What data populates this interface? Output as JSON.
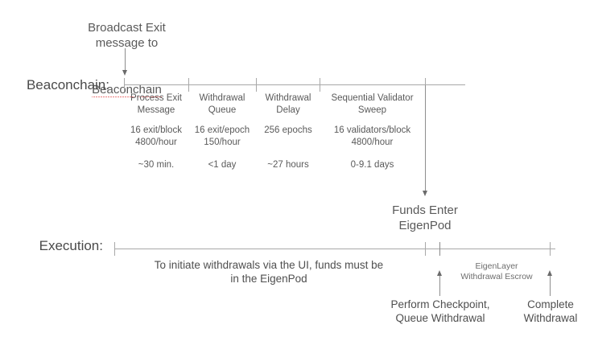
{
  "diagram": {
    "title_note": "Broadcast Exit\nmessage to",
    "title_note_spellchecked": "Beaconchain",
    "rows": [
      {
        "label": "Beaconchain:"
      },
      {
        "label": "Execution:"
      }
    ],
    "beaconchain_stages": [
      {
        "name": "Process Exit\nMessage",
        "rate": "16 exit/block\n4800/hour",
        "duration": "~30 min."
      },
      {
        "name": "Withdrawal\nQueue",
        "rate": "16 exit/epoch\n150/hour",
        "duration": "<1 day"
      },
      {
        "name": "Withdrawal\nDelay",
        "rate": "256 epochs",
        "duration": "~27 hours"
      },
      {
        "name": "Sequential Validator\nSweep",
        "rate": "16 validators/block\n4800/hour",
        "duration": "0-9.1 days"
      }
    ],
    "funds_enter": "Funds Enter\nEigenPod",
    "execution_note": "To initiate withdrawals via the UI, funds must be\nin the EigenPod",
    "escrow_note": "EigenLayer\nWithdrawal Escrow",
    "checkpoint_label": "Perform Checkpoint,\nQueue Withdrawal",
    "complete_label": "Complete\nWithdrawal",
    "colors": {
      "line": "#a8a8a8",
      "text": "#5a5a5a",
      "label": "#4a4a4a",
      "spellcheck": "#e03131"
    }
  }
}
